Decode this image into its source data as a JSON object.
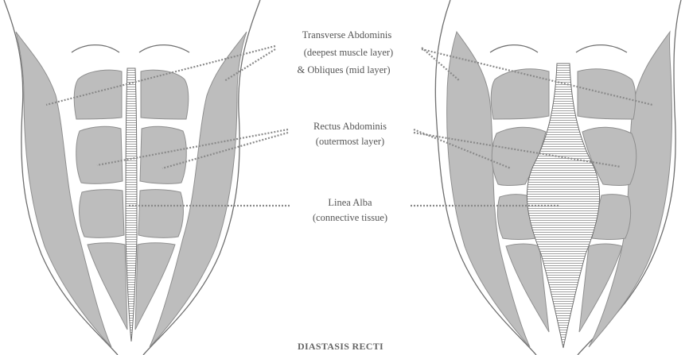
{
  "labels": {
    "obliques": [
      "Transverse Abdominis",
      "(deepest muscle layer)",
      "& Obliques (mid layer)"
    ],
    "rectus": [
      "Rectus Abdominis",
      "(outermost layer)"
    ],
    "linea": [
      "Linea Alba",
      "(connective tissue)"
    ]
  },
  "caption": "DIASTASIS RECTI",
  "colors": {
    "muscle_fill": "#bdbdbd",
    "outline": "#6f6f6f",
    "leader_line": "#8a8a8a",
    "text": "#555555"
  }
}
